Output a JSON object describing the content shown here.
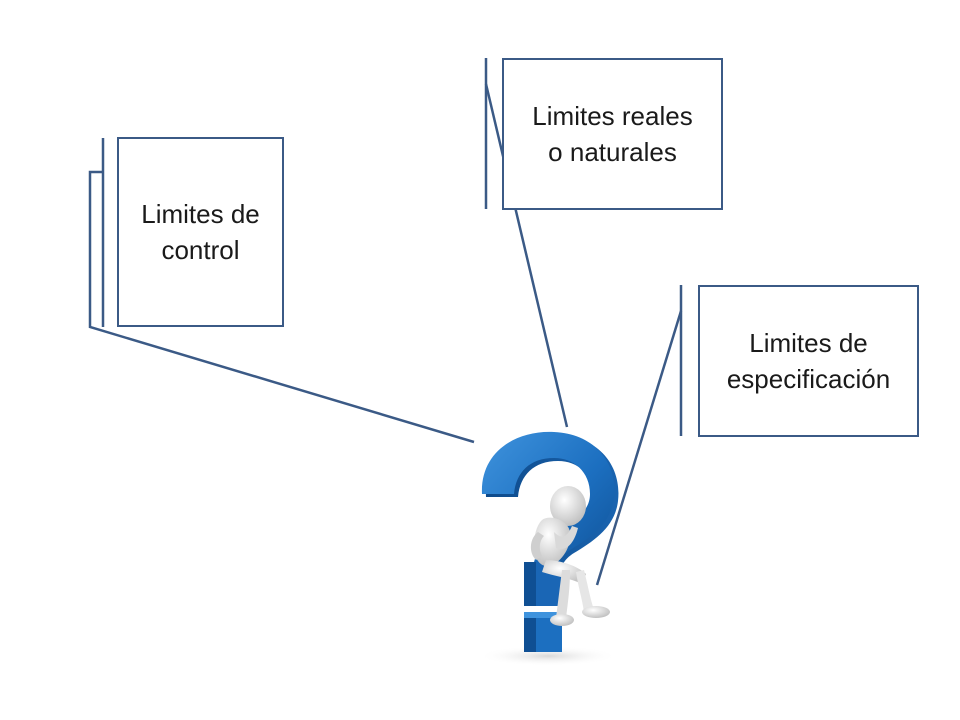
{
  "colors": {
    "accent_line": "#3b5a86",
    "question_blue": "#1c6fc0",
    "figure_white": "#f0f0f0"
  },
  "callouts": {
    "control": {
      "label": "Limites de\ncontrol"
    },
    "reales": {
      "label": "Limites reales\no naturales"
    },
    "especificacion": {
      "label": "Limites de\nespecificación"
    }
  },
  "figure": {
    "icon": "person-on-question-mark-icon"
  }
}
